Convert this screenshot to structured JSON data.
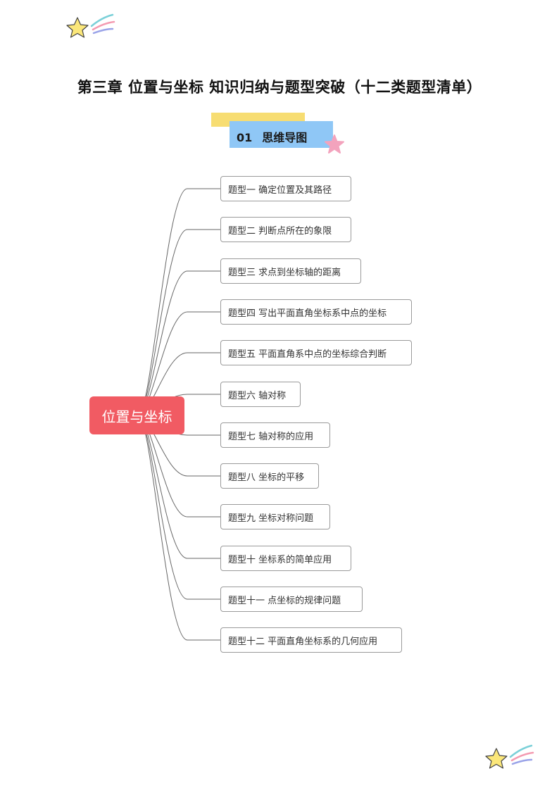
{
  "document": {
    "title": "第三章  位置与坐标  知识归纳与题型突破（十二类题型清单）",
    "section": {
      "number": "01",
      "label": "思维导图"
    }
  },
  "mindmap": {
    "center": "位置与坐标",
    "center_color": "#f15b63",
    "line_color": "#666666",
    "branches": [
      {
        "label": "题型一 确定位置及其路径"
      },
      {
        "label": "题型二 判断点所在的象限"
      },
      {
        "label": "题型三 求点到坐标轴的距离"
      },
      {
        "label": "题型四 写出平面直角坐标系中点的坐标"
      },
      {
        "label": "题型五 平面直角系中点的坐标综合判断"
      },
      {
        "label": "题型六 轴对称"
      },
      {
        "label": "题型七 轴对称的应用"
      },
      {
        "label": "题型八 坐标的平移"
      },
      {
        "label": "题型九 坐标对称问题"
      },
      {
        "label": "题型十 坐标系的简单应用"
      },
      {
        "label": "题型十一 点坐标的规律问题"
      },
      {
        "label": "题型十二 平面直角坐标系的几何应用"
      }
    ]
  },
  "decorations": {
    "star_color": "#fbe77a",
    "streak_colors": [
      "#7ad0d8",
      "#f49ab0",
      "#9aa3e8"
    ],
    "pink_star_color": "#f3a3bd",
    "header_colors": {
      "yellow": "#f7dd72",
      "blue": "#8fc7f6"
    }
  }
}
